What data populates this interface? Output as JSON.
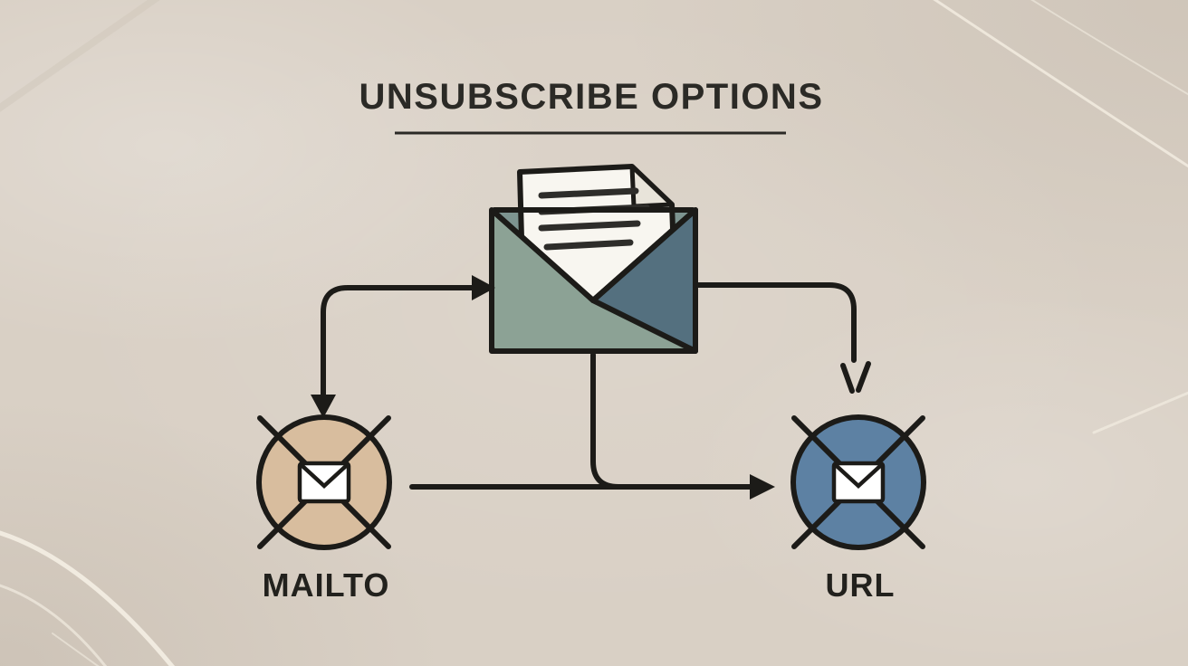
{
  "title": {
    "text": "UNSUBSCRIBE OPTIONS"
  },
  "diagram": {
    "center_node": {
      "name": "email-envelope"
    },
    "options": [
      {
        "id": "mailto",
        "label": "MAILTO"
      },
      {
        "id": "url",
        "label": "URL"
      }
    ]
  },
  "colors": {
    "background": "#d9d0c5",
    "ink": "#1c1b18",
    "title_text": "#2b2a26",
    "label_text": "#22211d",
    "envelope_inner": "#7d9490",
    "envelope_body": "#8ca295",
    "envelope_shadow": "#54707f",
    "paper": "#f8f6f0",
    "paper_fold": "#e8e4da",
    "paper_lines": "#2e2d2a",
    "mailto_circle": "#d8bd9e",
    "url_circle": "#5d81a3",
    "mini_envelope": "#ffffff",
    "vein_light": "#f2ece1",
    "vein_faint": "#cfc6b9"
  }
}
